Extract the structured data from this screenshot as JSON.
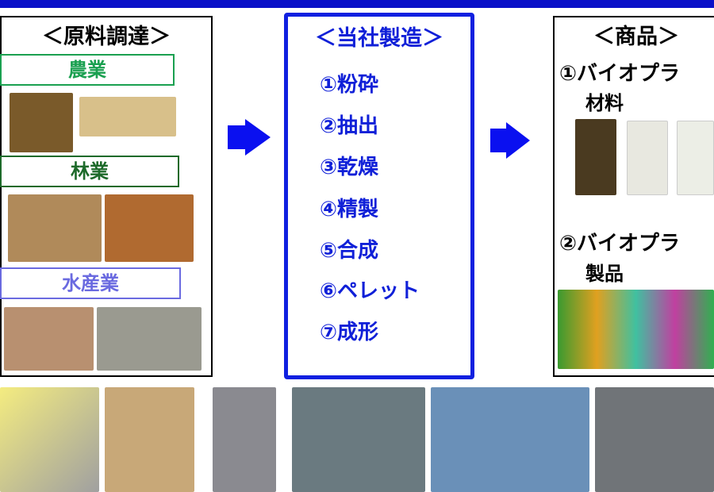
{
  "sourcing": {
    "title": "＜原料調達＞",
    "agriculture": "農業",
    "forestry": "林業",
    "fishery": "水産業"
  },
  "manufacturing": {
    "title": "＜当社製造＞",
    "steps": [
      "①粉砕",
      "②抽出",
      "③乾燥",
      "④精製",
      "⑤合成",
      "⑥ペレット",
      "⑦成形"
    ]
  },
  "products": {
    "title": "＜商品＞",
    "item1_line1": "①バイオプラ",
    "item1_line2": "材料",
    "item2_line1": "②バイオプラ",
    "item2_line2": "製品"
  },
  "colors": {
    "accent": "#0a10c8",
    "agri": "#1aa050",
    "forest": "#1d6a2a",
    "fish": "#6a6ae0"
  }
}
